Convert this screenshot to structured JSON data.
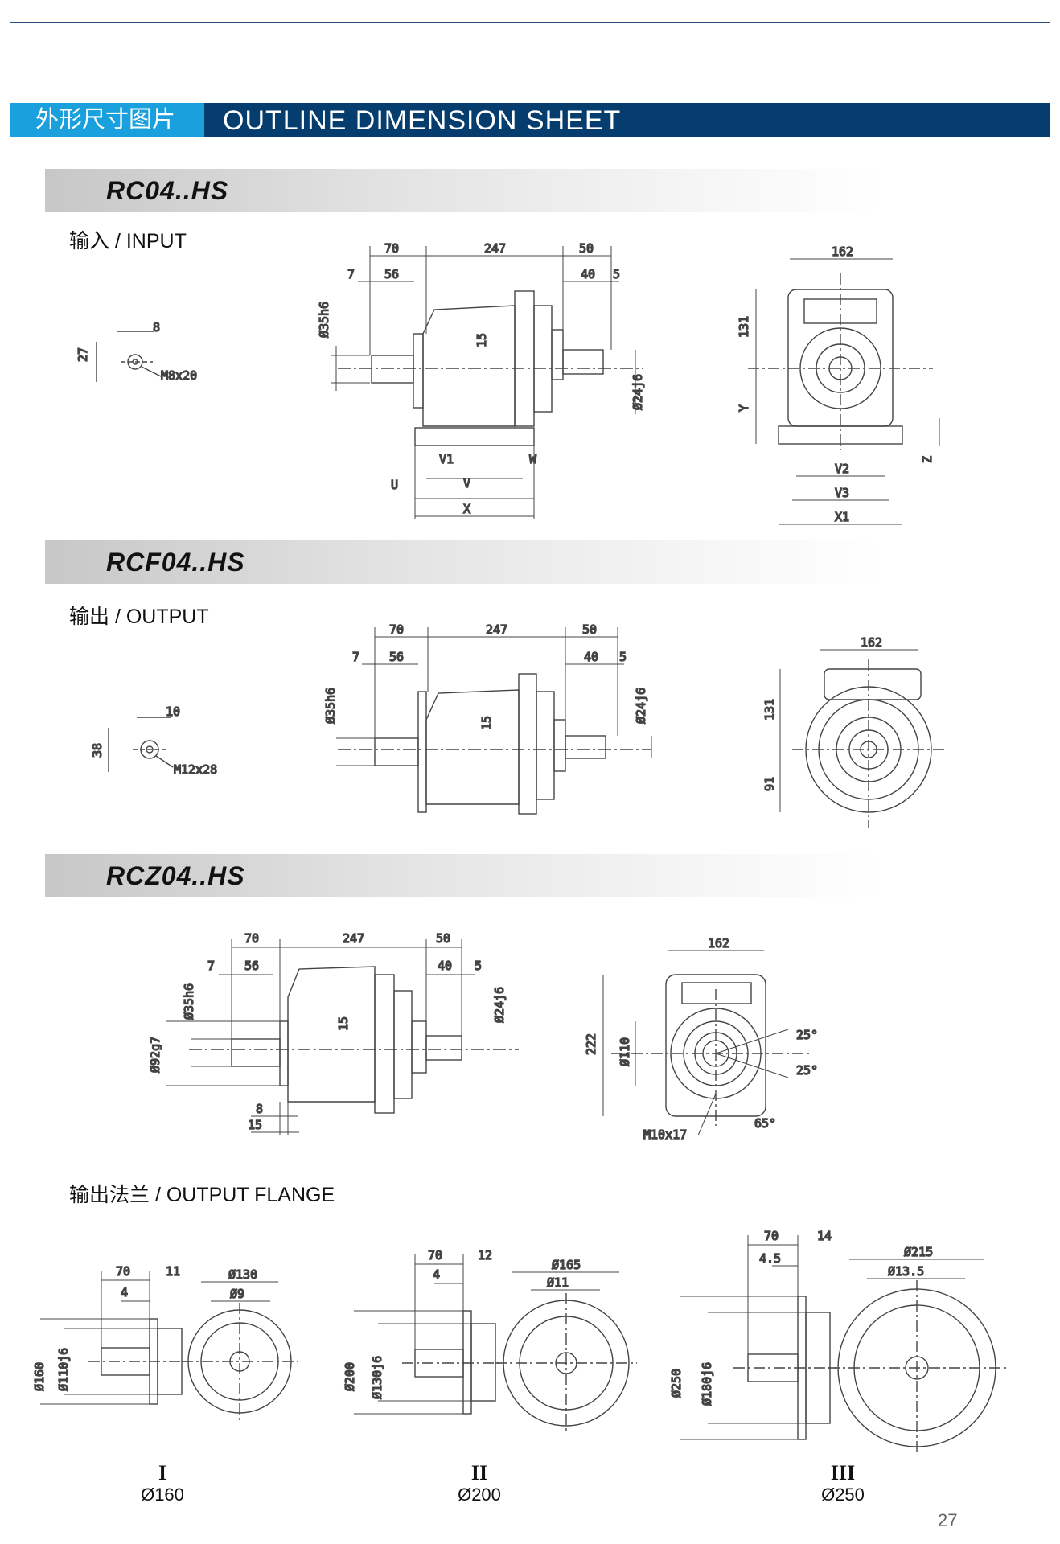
{
  "header": {
    "title_cn": "外形尺寸图片",
    "title_en": "OUTLINE DIMENSION SHEET"
  },
  "sections": [
    {
      "title": "RC04..HS",
      "label": "输入 / INPUT",
      "shaft": {
        "a": "8",
        "b": "27",
        "c": "M8x20"
      },
      "side": {
        "d1": "70",
        "d2": "247",
        "d3": "50",
        "d4": "7",
        "d5": "56",
        "d6": "40",
        "d7": "5",
        "shaft_in": "Ø35h6",
        "shaft_out": "Ø24j6",
        "h": "15",
        "v1": "V1",
        "w": "W",
        "u": "U",
        "v": "V",
        "x": "X"
      },
      "front": {
        "w": "162",
        "h": "131",
        "y": "Y",
        "z": "Z",
        "v2": "V2",
        "v3": "V3",
        "x1": "X1"
      }
    },
    {
      "title": "RCF04..HS",
      "label": "输出 / OUTPUT",
      "shaft": {
        "a": "10",
        "b": "38",
        "c": "M12x28"
      },
      "side": {
        "d1": "70",
        "d2": "247",
        "d3": "50",
        "d4": "7",
        "d5": "56",
        "d6": "40",
        "d7": "5",
        "shaft_in": "Ø35h6",
        "shaft_out": "Ø24j6",
        "h": "15"
      },
      "front": {
        "w": "162",
        "h": "131",
        "h2": "91"
      }
    },
    {
      "title": "RCZ04..HS",
      "label": "",
      "side": {
        "d1": "70",
        "d2": "247",
        "d3": "50",
        "d4": "7",
        "d5": "56",
        "d6": "40",
        "d7": "5",
        "shaft_in": "Ø35h6",
        "shaft_out": "Ø24j6",
        "flange": "Ø92g7",
        "h": "15",
        "b1": "8",
        "b2": "15"
      },
      "front": {
        "w": "162",
        "h": "222",
        "pilot": "Ø110",
        "a1": "25°",
        "a2": "25°",
        "a3": "65°",
        "bolt": "M10x17"
      }
    }
  ],
  "flange_label": "输出法兰 / OUTPUT FLANGE",
  "flanges": [
    {
      "roman": "I",
      "diameter": "Ø160",
      "d_out": "Ø160",
      "d_pilot": "Ø110j6",
      "l1": "70",
      "l2": "11",
      "l3": "4",
      "pcd": "Ø130",
      "hole": "Ø9"
    },
    {
      "roman": "II",
      "diameter": "Ø200",
      "d_out": "Ø200",
      "d_pilot": "Ø130j6",
      "l1": "70",
      "l2": "12",
      "l3": "4",
      "pcd": "Ø165",
      "hole": "Ø11"
    },
    {
      "roman": "III",
      "diameter": "Ø250",
      "d_out": "Ø250",
      "d_pilot": "Ø180j6",
      "l1": "70",
      "l2": "14",
      "l3": "4.5",
      "pcd": "Ø215",
      "hole": "Ø13.5"
    }
  ],
  "page_number": "27"
}
